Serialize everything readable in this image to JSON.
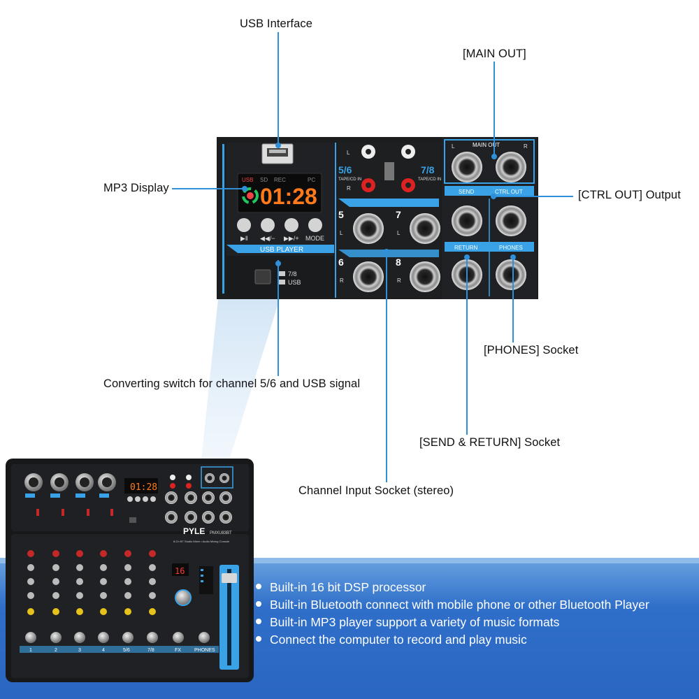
{
  "callouts": {
    "usb_interface": "USB Interface",
    "main_out": "[MAIN OUT]",
    "mp3_display": "MP3 Display",
    "ctrl_out": "[CTRL OUT] Output",
    "phones": "[PHONES] Socket",
    "converting_switch": "Converting switch for channel 5/6 and USB signal",
    "send_return": "[SEND & RETURN] Socket",
    "channel_input": "Channel Input Socket (stereo)"
  },
  "panel": {
    "ch56": "5/6",
    "ch78": "7/8",
    "tape_cd_in": "TAPE/CD IN",
    "ch5": "5",
    "ch7": "7",
    "ch6": "6",
    "ch8": "8",
    "L": "L",
    "R": "R",
    "main_out": "MAIN OUT",
    "send": "SEND",
    "ctrl_out": "CTRL OUT",
    "return": "RETURN",
    "phones": "PHONES",
    "usb_player": "USB PLAYER",
    "mode": "MODE",
    "display_time": "01:28",
    "display_usb": "USB",
    "display_sd": "SD",
    "display_rec": "REC",
    "display_pc": "PC",
    "switch_78": "7/8",
    "switch_usb": "USB"
  },
  "mixer": {
    "brand": "PYLE",
    "model": "PMXU83BT",
    "subtitle": "8-Ch BT Studio Mixer • Audio Mixing Console",
    "dsp_value": "16",
    "channel_labels": [
      "1",
      "2",
      "3",
      "4",
      "5/6",
      "7/8",
      "FX",
      "PHONES"
    ]
  },
  "features": [
    "Built-in 16 bit DSP processor",
    "Built-in Bluetooth connect with mobile phone or other Bluetooth Player",
    "Built-in MP3 player support a variety of music formats",
    "Connect the computer to record and play music"
  ],
  "colors": {
    "accent_blue": "#3aa3e8",
    "callout_line": "#2f8fd8",
    "panel_black": "#1c1d1f",
    "display_orange": "#ff7a1a",
    "band_blue": "#2f6fc9"
  }
}
